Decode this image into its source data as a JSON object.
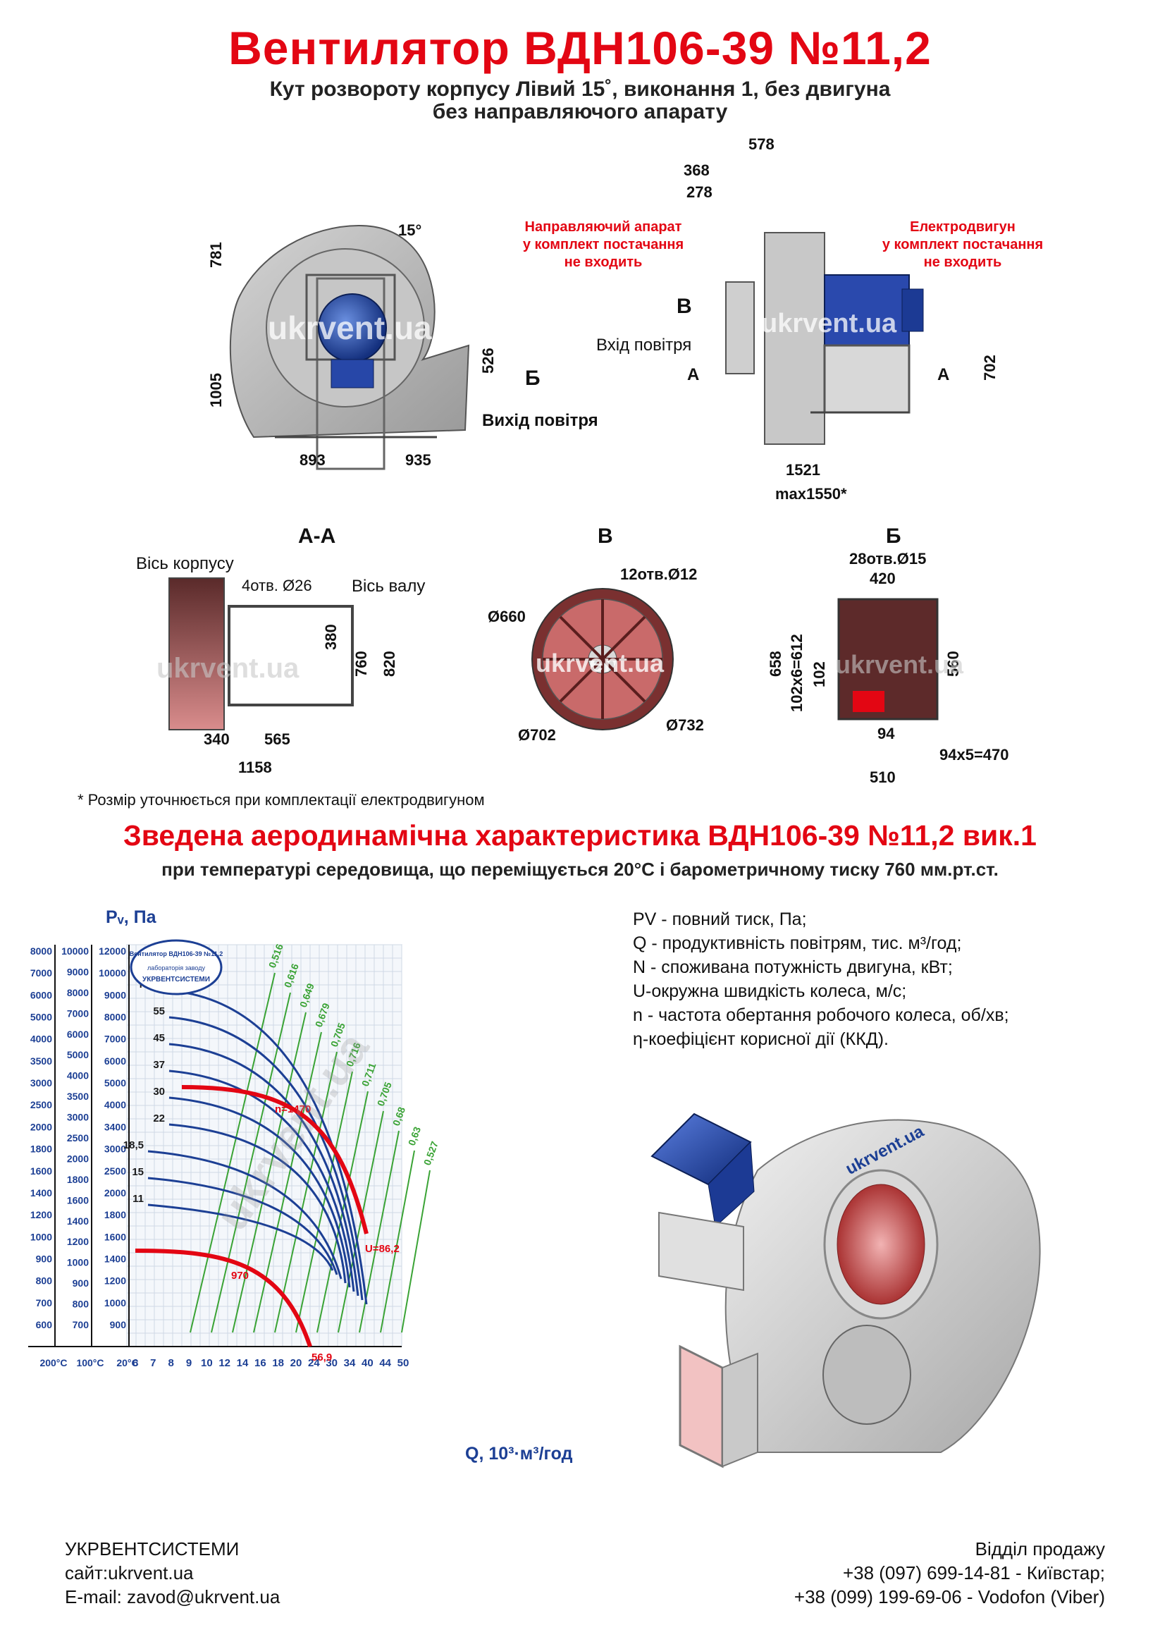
{
  "header": {
    "title": "Вентилятор  ВДН106-39 №11,2",
    "subtitle_1": "Кут розвороту корпусу Лівий 15˚, виконання 1, без двигуна",
    "subtitle_2": "без направляючого апарату"
  },
  "front_view": {
    "angle": "15°",
    "dims": {
      "h_top": "781",
      "h_bottom": "1005",
      "outlet": "526",
      "w_left": "893",
      "w_right": "935"
    },
    "section_mark": "Б",
    "outlet_label": "Вихід повітря",
    "watermark": "ukrvent.ua"
  },
  "side_view": {
    "dims": {
      "d578": "578",
      "d368": "368",
      "d278": "278",
      "h702": "702",
      "w1521": "1521",
      "wmax": "max1550*"
    },
    "note_guide": [
      "Направляючий апарат",
      "у комплект постачання",
      "не входить"
    ],
    "note_motor": [
      "Електродвигун",
      "у комплект постачання",
      "не входить"
    ],
    "inlet_label": "Вхід повітря",
    "mark_b": "В",
    "mark_a": "А",
    "watermark": "ukrvent.ua"
  },
  "view_aa": {
    "title": "А-А",
    "axis_body": "Вісь корпусу",
    "axis_shaft": "Вісь валу",
    "holes": "4отв. Ø26",
    "dims": {
      "d380": "380",
      "d760": "760",
      "d820": "820",
      "d340": "340",
      "d565": "565",
      "d1158": "1158"
    },
    "watermark": "ukrvent.ua"
  },
  "view_v": {
    "title": "В",
    "holes": "12отв.Ø12",
    "d660": "Ø660",
    "d702": "Ø702",
    "d732": "Ø732",
    "watermark": "ukrvent.ua"
  },
  "view_b": {
    "title": "Б",
    "holes": "28отв.Ø15",
    "dims": {
      "d420": "420",
      "d658": "658",
      "d612": "102x6=612",
      "d102": "102",
      "d560": "560",
      "d94": "94",
      "d470": "94x5=470",
      "d510": "510"
    },
    "watermark": "ukrvent.ua"
  },
  "footnote": "* Розмір уточнюється при комплектації електродвигуном",
  "section": {
    "title": "Зведена аеродинамічна характеристика ВДН106-39 №11,2 вик.1",
    "subtitle": "при температурі середовища, що переміщується 20°С і барометричному тиску 760 мм.рт.ст."
  },
  "chart_data": {
    "type": "line",
    "ylabel": "Pᵥ, Па",
    "xlabel": "Q, 10³·м³/год",
    "x_ticks": [
      "6",
      "7",
      "8",
      "9",
      "10",
      "12",
      "14",
      "16",
      "18",
      "20",
      "24",
      "30",
      "34",
      "40",
      "44",
      "50"
    ],
    "x_temp_labels": [
      "200°C",
      "100°C",
      "20°C"
    ],
    "y_axes": [
      [
        "8000",
        "7000",
        "6000",
        "5000",
        "4000",
        "3500",
        "3000",
        "2500",
        "2000",
        "1800",
        "1600",
        "1400",
        "1200",
        "1000",
        "900",
        "800",
        "700",
        "600"
      ],
      [
        "10000",
        "9000",
        "8000",
        "7000",
        "6000",
        "5000",
        "4000",
        "3500",
        "3000",
        "2500",
        "2000",
        "1800",
        "1600",
        "1400",
        "1200",
        "1000",
        "900",
        "800",
        "700"
      ],
      [
        "12000",
        "10000",
        "9000",
        "8000",
        "7000",
        "6000",
        "5000",
        "4000",
        "3400",
        "3000",
        "2500",
        "2000",
        "1800",
        "1600",
        "1400",
        "1200",
        "1000",
        "900"
      ]
    ],
    "power_labels": [
      "N=75",
      "55",
      "45",
      "37",
      "30",
      "22",
      "18,5",
      "15",
      "11"
    ],
    "efficiency_labels": [
      "0,516",
      "0,616",
      "0,649",
      "0,679",
      "0,705",
      "0,716",
      "0,711",
      "0,705",
      "0,68",
      "0,63",
      "0,527"
    ],
    "series": [
      {
        "name": "n=1470",
        "end_label": "U=86,2"
      },
      {
        "name": "970",
        "end_label": "56,9"
      }
    ],
    "stamp": [
      "Вентилятор ВДН106-39 №11,2",
      "лабораторія заводу",
      "УКРВЕНТСИСТЕМИ"
    ],
    "watermark": "ukrvent.ua"
  },
  "legend": [
    "PV - повний тиск, Па;",
    "Q - продуктивність повітрям, тис. м³/год;",
    "N - споживана потужність двигуна, кВт;",
    "U-окружна швидкість колеса, м/с;",
    "n - частота обертання робочого колеса, об/хв;",
    "η-коефіцієнт корисної дії (ККД)."
  ],
  "render_watermark": "ukrvent.ua",
  "footer": {
    "company": "УКРВЕНТСИСТЕМИ",
    "site": "сайт:ukrvent.ua",
    "email": "E-mail: zavod@ukrvent.ua",
    "sales_title": "Відділ продажу",
    "phone1": "+38 (097) 699-14-81 - Київстар;",
    "phone2": "+38 (099) 199-69-06 - Vodofon (Viber)"
  },
  "colors": {
    "accent_red": "#e30613",
    "curve_blue": "#1c3f94",
    "curve_green": "#3aa335",
    "motor_blue": "#1d3fa0"
  }
}
